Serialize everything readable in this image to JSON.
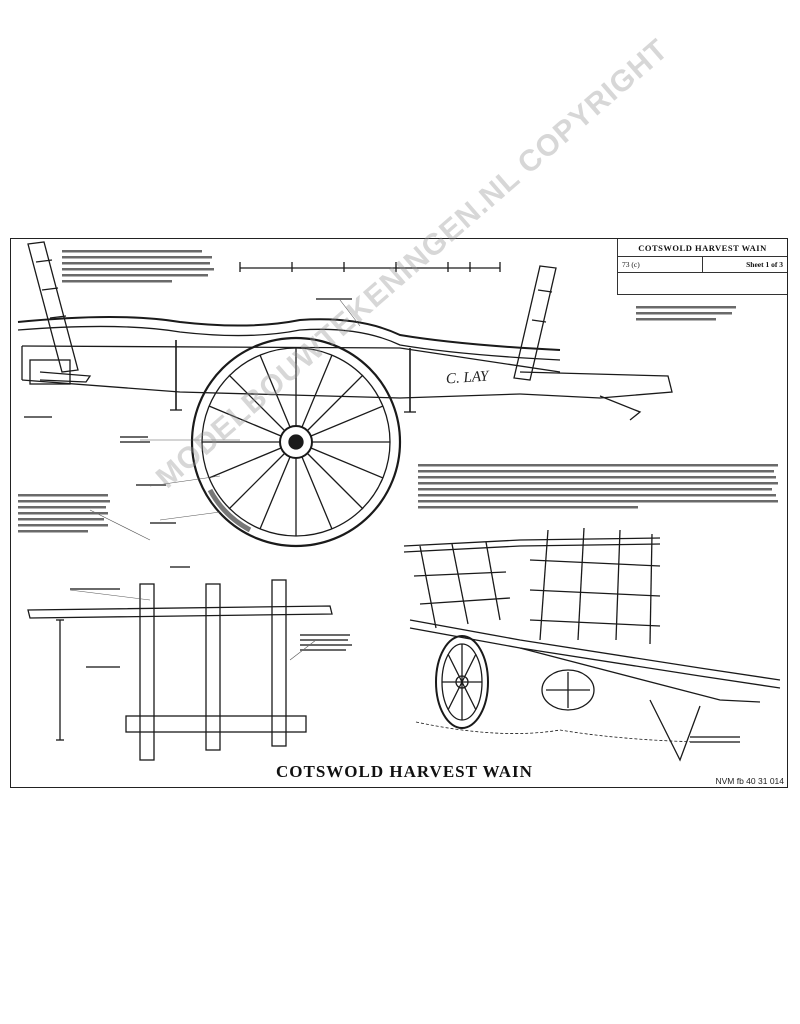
{
  "title_block": {
    "title": "COTSWOLD  HARVEST  WAIN",
    "ref": "73 (c)",
    "sheet": "Sheet 1 of 3"
  },
  "main_title": "COTSWOLD  HARVEST  WAIN",
  "catalog_number": "NVM fb 40 31 014",
  "watermark": "MODELBOUWTEKENINGEN.NL COPYRIGHT",
  "wagon_lettering": {
    "name": "C. LAY"
  },
  "colors": {
    "ink": "#111111",
    "paper": "#ffffff",
    "watermark": "#969696"
  }
}
